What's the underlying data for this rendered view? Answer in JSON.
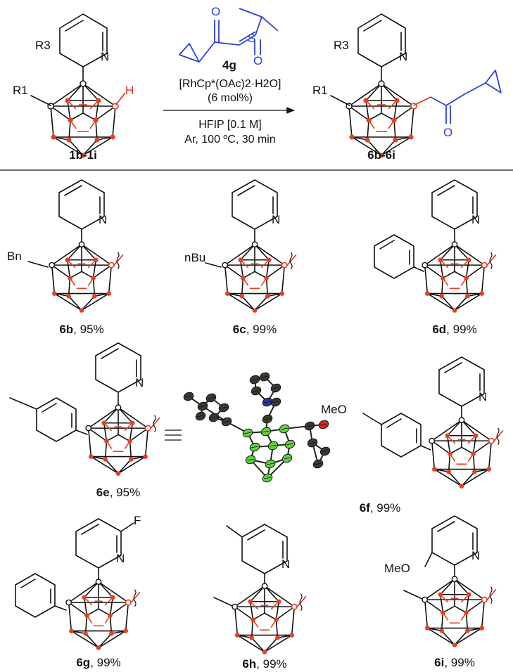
{
  "scheme": {
    "reagent": {
      "compound_label": "4g",
      "atom_o": "O",
      "atom_s": "S",
      "atom_o2": "O"
    },
    "conditions": {
      "catalyst": "[RhCp*(OAc)2·H2O]",
      "loading": "(6 mol%)",
      "solvent": "HFIP [0.1 M]",
      "atmosphere": "Ar, 100 ºC, 30 min"
    },
    "substrate": {
      "label": "1b-1i",
      "r3": "R3",
      "r1": "R1",
      "h": "H",
      "n": "N"
    },
    "product": {
      "label": "6b-6i",
      "r3": "R3",
      "r1": "R1",
      "n": "N",
      "o": "O"
    }
  },
  "products": [
    {
      "id": "6b",
      "yield": "95%",
      "substituent": "Bn"
    },
    {
      "id": "6c",
      "yield": "99%",
      "substituent": "nBu"
    },
    {
      "id": "6d",
      "yield": "99%",
      "substituent": ""
    },
    {
      "id": "6e",
      "yield": "95%",
      "substituent": ""
    },
    {
      "id": "6f",
      "yield": "99%",
      "substituent": "MeO"
    },
    {
      "id": "6g",
      "yield": "99%",
      "substituent": "F"
    },
    {
      "id": "6h",
      "yield": "99%",
      "substituent": ""
    },
    {
      "id": "6i",
      "yield": "99%",
      "substituent": "MeO"
    }
  ],
  "atoms": {
    "n": "N"
  },
  "colors": {
    "boron": "#e8401c",
    "bond": "#111111",
    "reagent": "#2b3fd6",
    "h_atom": "#e12a1c",
    "ortep_b": "#5fd33a",
    "ortep_c": "#3a3a30",
    "ortep_n": "#1e3a9e",
    "ortep_o": "#e0201a"
  }
}
